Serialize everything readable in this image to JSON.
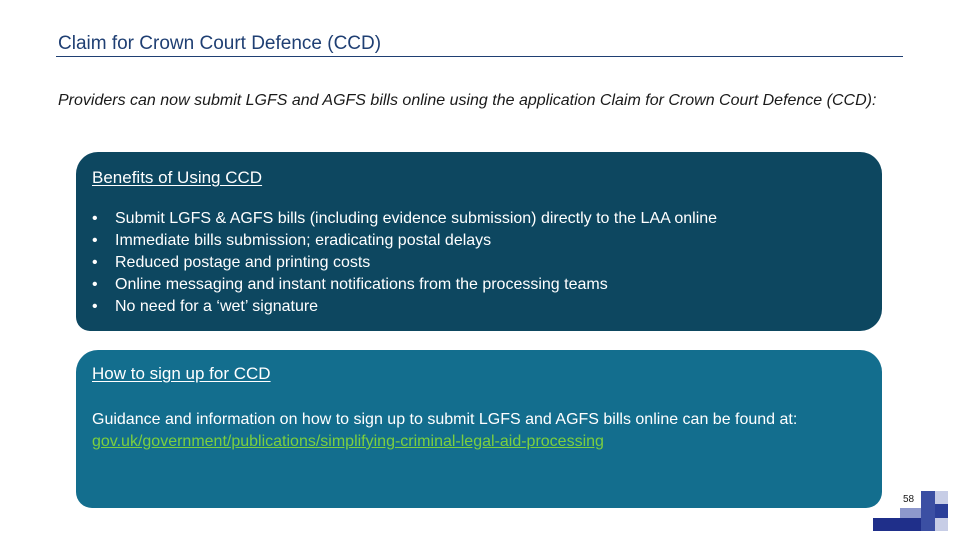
{
  "slide": {
    "title": "Claim for Crown Court Defence (CCD)",
    "intro": "Providers can now submit LGFS and AGFS bills online using the application Claim for Crown Court Defence (CCD):",
    "page_number": "58"
  },
  "benefits": {
    "heading": "Benefits of Using CCD",
    "bullet_glyph": "•",
    "items": [
      "Submit LGFS & AGFS bills (including evidence submission) directly to the LAA online",
      "Immediate bills submission; eradicating postal delays",
      "Reduced postage and printing costs",
      "Online messaging and instant notifications from the processing teams",
      "No need for a ‘wet’ signature"
    ]
  },
  "signup": {
    "heading": "How to sign up for CCD",
    "text": "Guidance and information on how to sign up to submit LGFS and AGFS bills online can be found at: ",
    "link": "gov.uk/government/publications/simplifying-criminal-legal-aid-processing"
  },
  "colors": {
    "title": "#1f3f73",
    "benefits_panel": "#0d4760",
    "signup_panel": "#136e8e",
    "link": "#7ccf3f"
  }
}
